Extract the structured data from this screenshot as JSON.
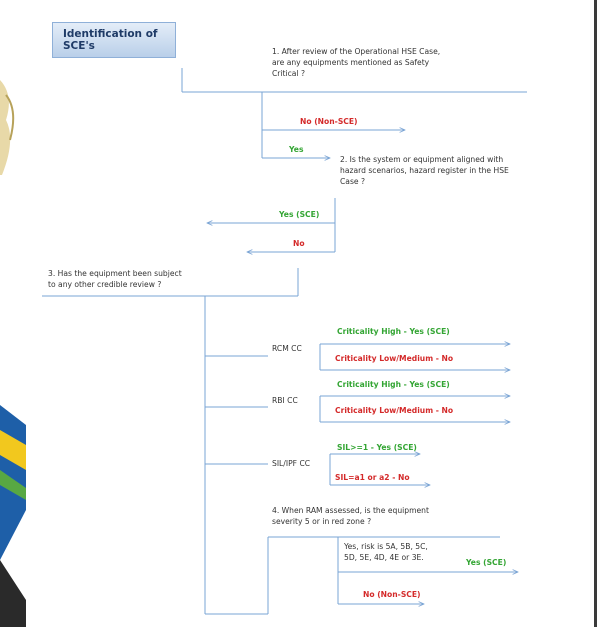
{
  "colors": {
    "line": "#7aa4d4",
    "title_bg": "#c8d9ee",
    "title_text": "#1f3b67",
    "red": "#d42a2a",
    "green": "#33a533",
    "text": "#333333"
  },
  "title": "Identification of SCE's",
  "questions": {
    "q1_line1": "1. After review of the Operational HSE Case,",
    "q1_line2": "are any equipments mentioned as Safety",
    "q1_line3": "Critical ?",
    "q2_line1": "2. Is the system or equipment aligned with",
    "q2_line2": "hazard scenarios, hazard register in the HSE",
    "q2_line3": "Case ?",
    "q3_line1": "3. Has the equipment been subject",
    "q3_line2": "to any other credible review ?",
    "q4_line1": "4. When RAM assessed, is the equipment",
    "q4_line2": "severity 5 or in red zone ?"
  },
  "answers": {
    "no_non_sce_1": "No (Non-SCE)",
    "yes_1": "Yes",
    "yes_sce_2": "Yes (SCE)",
    "no_2": "No",
    "rcm_high": "Criticality High - Yes (SCE)",
    "rcm_low": "Criticality Low/Medium - No",
    "rbi_high": "Criticality High - Yes (SCE)",
    "rbi_low": "Criticality Low/Medium - No",
    "sil_yes": "SIL>=1 - Yes (SCE)",
    "sil_no": "SIL=a1 or a2 - No",
    "ram_yes": "Yes (SCE)",
    "ram_no": "No (Non-SCE)"
  },
  "branches": {
    "rcm": "RCM CC",
    "rbi": "RBI CC",
    "sil": "SIL/IPF CC"
  },
  "ram_condition": {
    "line1": "Yes, risk is 5A, 5B, 5C,",
    "line2": "5D, 5E, 4D, 4E or 3E."
  }
}
